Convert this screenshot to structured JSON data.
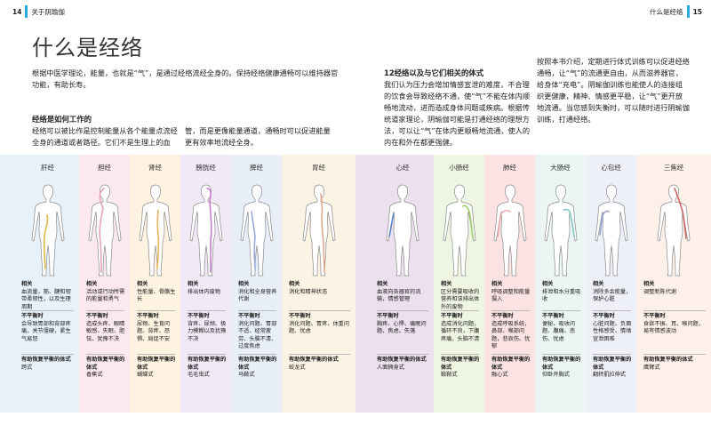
{
  "header": {
    "left_page": "14",
    "left_title": "关于阴瑜伽",
    "right_title": "什么是经络",
    "right_page": "15",
    "accent": "#29a8e0"
  },
  "title": "什么是经络",
  "intro": "根据中医学理论，能量，也就是“气”，是通过经络流经全身的。保持经络健康通畅可以维持器官功能，有助长寿。",
  "section1": {
    "heading": "经络是如何工作的",
    "text_a": "经络可以被比作是控制能量从各个能量点流经全身的通道或者路径。它们不是生理上的血",
    "text_b": "管，而是更像能量通道，通畅时可以促进能量更有效率地流经全身。"
  },
  "section2": {
    "heading": "12经络以及与它们相关的体式",
    "text_a": "我们认为压力会增加情感宣泄的难度，不合理的饮食会导致经络不通，使“气”不能在体内顺畅地流动，进而造成身体问题或疾病。根据传统道家理论，阴瑜伽可能是打通经络的理想方法，可以让“气”在体内更顺畅地流通，使人的内在和外在都更强健。",
    "text_b": "按照本书介绍，定期进行体式训练可以促进经络通畅，让“气”的流通更自由，从而滋养器官，给身体“充电”。阴瑜伽训练也能使人的连接组织更健康，精神、情感更平稳，让“气”更开放地流通。当您感到失衡时，可以随时进行阴瑜伽训练，打通经络。"
  },
  "labels": {
    "related": "相关",
    "imbalance": "不平衡时",
    "poses": "有助恢复平衡的体式"
  },
  "meridians": [
    {
      "name": "肝经",
      "color": "#e6f1f9",
      "line": "#d9b84a",
      "related": "血流量，筋、腱和韧带柔韧性，以及生理周期",
      "imbalance": "会导致胃部和背部疼痛，关节僵硬，紧生气易怒",
      "pose": "跨式"
    },
    {
      "name": "胆经",
      "color": "#fbe9ef",
      "line": "#e3a2bd",
      "related": "活动或行动所需的能量和勇气",
      "imbalance": "造成头疼、眼睛敏感、失眠、胆怯、犹豫不决",
      "pose": "香蕉式"
    },
    {
      "name": "肾经",
      "color": "#fdf3e0",
      "line": "#e9b35e",
      "related": "性能量、骨骼生长",
      "imbalance": "尿频、生育问题、背疼、恐惧、局促不安",
      "pose": "蝴蝶式"
    },
    {
      "name": "膀胱经",
      "color": "#f2e9f7",
      "line": "#c57fc8",
      "related": "排出体内废物",
      "imbalance": "背疼、尿频、极力模糊以及犹豫不决",
      "pose": "毛毛虫式"
    },
    {
      "name": "脾经",
      "color": "#e8eff9",
      "line": "#9aa9dd",
      "related": "消化和全身营养代谢",
      "imbalance": "消化问题、胃部不适、经常疲劳、头脑不清、过度焦虑",
      "pose": "马鞍式"
    },
    {
      "name": "胃经",
      "color": "#fbf3e3",
      "line": "#e2a98f",
      "related": "消化和精神状态",
      "imbalance": "消化问题、胃疼、体重问题、忧虑",
      "pose": "蛟龙式"
    },
    {
      "name": "心经",
      "color": "#ecdfee",
      "line": "#5b88c7",
      "related": "血液向各器官的流输，情感管理",
      "imbalance": "胸疼、心悸、痛眠问题、焦虑、失落",
      "pose": "人面狮身式"
    },
    {
      "name": "小肠经",
      "color": "#eef6e3",
      "line": "#9ccb6a",
      "related": "区分需要吸收的营养和该排出体外的废物",
      "imbalance": "造成消化问题，循环不良，下腹疼痛，头脑不清",
      "pose": "鞍鞍式"
    },
    {
      "name": "肺经",
      "color": "#fbe3e3",
      "line": "#e7a7a9",
      "related": "呼吸调整和能量摄入",
      "imbalance": "造成呼吸系统，鼻部、喉部问题，悲哀伤、忧郁",
      "pose": "融心式"
    },
    {
      "name": "大肠经",
      "color": "#ebf5f4",
      "line": "#7fc8c0",
      "related": "排泄和水分重吸收",
      "imbalance": "便秘、吸收问题、腹痛、悲伤、忧虑",
      "pose": "仰卧开胸式"
    },
    {
      "name": "心包经",
      "color": "#eef0f8",
      "line": "#9aa3d6",
      "related": "消除多余能量，保护心脏",
      "imbalance": "心脏问题、负面性格感受、情绪宣泄困难",
      "pose": "翻转肌拉伸式"
    },
    {
      "name": "三焦经",
      "color": "#fdf0e8",
      "line": "#c66",
      "related": "调整新陈代谢",
      "imbalance": "食欲不振、耳、喉问题，易有情感波动",
      "pose": "鹰臂式"
    }
  ]
}
